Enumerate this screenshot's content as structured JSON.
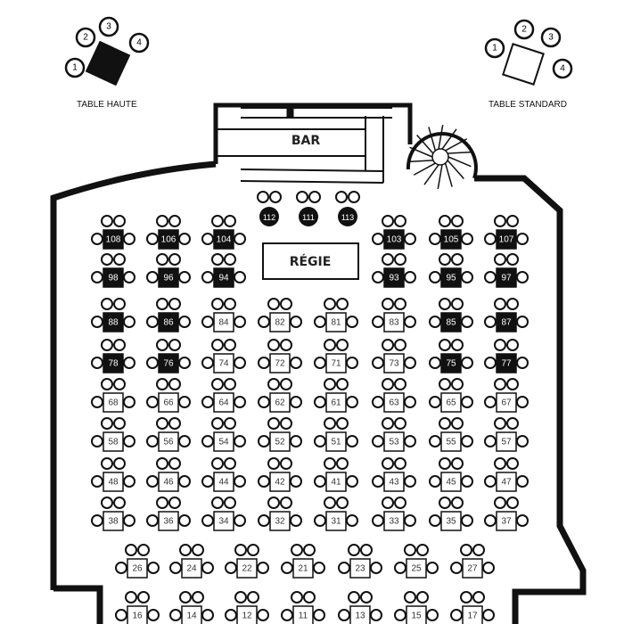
{
  "legend": {
    "haute": {
      "label": "TABLE HAUTE",
      "seats": [
        "1",
        "2",
        "3",
        "4"
      ]
    },
    "standard": {
      "label": "TABLE STANDARD",
      "seats": [
        "1",
        "2",
        "3",
        "4"
      ]
    }
  },
  "areas": {
    "bar": "BAR",
    "regie": "RÉGIE"
  },
  "colors": {
    "ink": "#111111",
    "paper": "#ffffff"
  },
  "bar_tables": [
    "112",
    "111",
    "113"
  ],
  "grid_rows": [
    [
      {
        "n": "108",
        "t": "haute"
      },
      {
        "n": "106",
        "t": "haute"
      },
      {
        "n": "104",
        "t": "haute"
      },
      null,
      null,
      {
        "n": "103",
        "t": "haute"
      },
      {
        "n": "105",
        "t": "haute"
      },
      {
        "n": "107",
        "t": "haute"
      }
    ],
    [
      {
        "n": "98",
        "t": "haute"
      },
      {
        "n": "96",
        "t": "haute"
      },
      {
        "n": "94",
        "t": "haute"
      },
      null,
      null,
      {
        "n": "93",
        "t": "haute"
      },
      {
        "n": "95",
        "t": "haute"
      },
      {
        "n": "97",
        "t": "haute"
      }
    ],
    [
      {
        "n": "88",
        "t": "haute"
      },
      {
        "n": "86",
        "t": "haute"
      },
      {
        "n": "84",
        "t": "standard"
      },
      {
        "n": "82",
        "t": "standard"
      },
      {
        "n": "81",
        "t": "standard"
      },
      {
        "n": "83",
        "t": "standard"
      },
      {
        "n": "85",
        "t": "haute"
      },
      {
        "n": "87",
        "t": "haute"
      }
    ],
    [
      {
        "n": "78",
        "t": "haute"
      },
      {
        "n": "76",
        "t": "haute"
      },
      {
        "n": "74",
        "t": "standard"
      },
      {
        "n": "72",
        "t": "standard"
      },
      {
        "n": "71",
        "t": "standard"
      },
      {
        "n": "73",
        "t": "standard"
      },
      {
        "n": "75",
        "t": "haute"
      },
      {
        "n": "77",
        "t": "haute"
      }
    ],
    [
      {
        "n": "68",
        "t": "standard"
      },
      {
        "n": "66",
        "t": "standard"
      },
      {
        "n": "64",
        "t": "standard"
      },
      {
        "n": "62",
        "t": "standard"
      },
      {
        "n": "61",
        "t": "standard"
      },
      {
        "n": "63",
        "t": "standard"
      },
      {
        "n": "65",
        "t": "standard"
      },
      {
        "n": "67",
        "t": "standard"
      }
    ],
    [
      {
        "n": "58",
        "t": "standard"
      },
      {
        "n": "56",
        "t": "standard"
      },
      {
        "n": "54",
        "t": "standard"
      },
      {
        "n": "52",
        "t": "standard"
      },
      {
        "n": "51",
        "t": "standard"
      },
      {
        "n": "53",
        "t": "standard"
      },
      {
        "n": "55",
        "t": "standard"
      },
      {
        "n": "57",
        "t": "standard"
      }
    ],
    [
      {
        "n": "48",
        "t": "standard"
      },
      {
        "n": "46",
        "t": "standard"
      },
      {
        "n": "44",
        "t": "standard"
      },
      {
        "n": "42",
        "t": "standard"
      },
      {
        "n": "41",
        "t": "standard"
      },
      {
        "n": "43",
        "t": "standard"
      },
      {
        "n": "45",
        "t": "standard"
      },
      {
        "n": "47",
        "t": "standard"
      }
    ],
    [
      {
        "n": "38",
        "t": "standard"
      },
      {
        "n": "36",
        "t": "standard"
      },
      {
        "n": "34",
        "t": "standard"
      },
      {
        "n": "32",
        "t": "standard"
      },
      {
        "n": "31",
        "t": "standard"
      },
      {
        "n": "33",
        "t": "standard"
      },
      {
        "n": "35",
        "t": "standard"
      },
      {
        "n": "37",
        "t": "standard"
      }
    ]
  ],
  "front_rows": [
    [
      "26",
      "24",
      "22",
      "21",
      "23",
      "25",
      "27"
    ],
    [
      "16",
      "14",
      "12",
      "11",
      "13",
      "15",
      "17"
    ]
  ]
}
